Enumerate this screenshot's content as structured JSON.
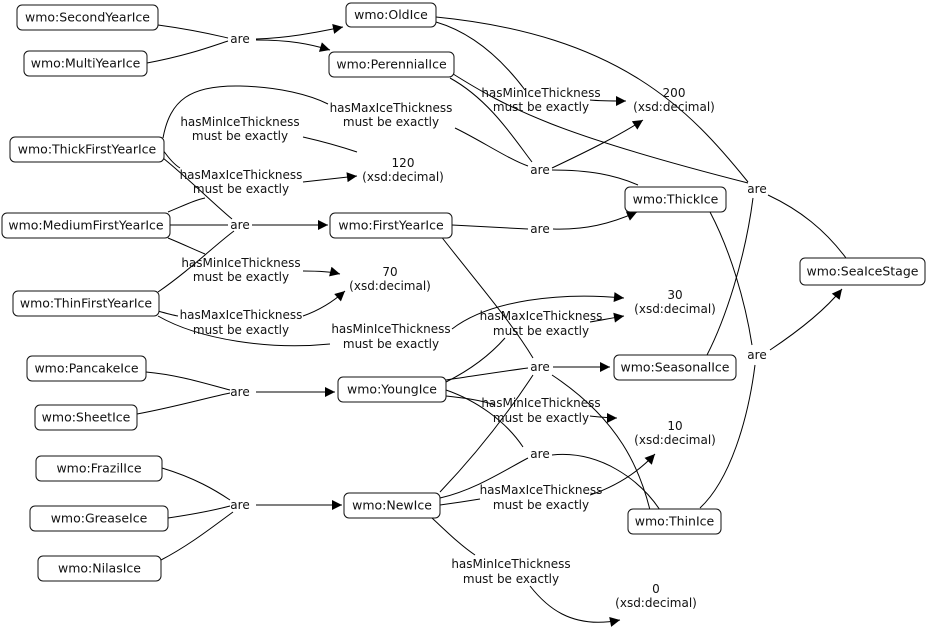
{
  "diagram": {
    "type": "concept-map",
    "nodes": {
      "secondYearIce": "wmo:SecondYearIce",
      "multiYearIce": "wmo:MultiYearIce",
      "oldIce": "wmo:OldIce",
      "perennialIce": "wmo:PerennialIce",
      "thickFirstYearIce": "wmo:ThickFirstYearIce",
      "mediumFirstYearIce": "wmo:MediumFirstYearIce",
      "thinFirstYearIce": "wmo:ThinFirstYearIce",
      "firstYearIce": "wmo:FirstYearIce",
      "thickIce": "wmo:ThickIce",
      "seaIceStage": "wmo:SeaIceStage",
      "pancakeIce": "wmo:PancakeIce",
      "sheetIce": "wmo:SheetIce",
      "youngIce": "wmo:YoungIce",
      "seasonalIce": "wmo:SeasonalIce",
      "frazilIce": "wmo:FrazilIce",
      "greaseIce": "wmo:GreaseIce",
      "nilasIce": "wmo:NilasIce",
      "newIce": "wmo:NewIce",
      "thinIce": "wmo:ThinIce"
    },
    "values": {
      "v200": {
        "value": "200",
        "type": "(xsd:decimal)"
      },
      "v120": {
        "value": "120",
        "type": "(xsd:decimal)"
      },
      "v70": {
        "value": "70",
        "type": "(xsd:decimal)"
      },
      "v30": {
        "value": "30",
        "type": "(xsd:decimal)"
      },
      "v10": {
        "value": "10",
        "type": "(xsd:decimal)"
      },
      "v0": {
        "value": "0",
        "type": "(xsd:decimal)"
      }
    },
    "linking_phrases": {
      "are": "are",
      "has_min": "hasMinIceThickness",
      "has_max": "hasMaxIceThickness",
      "must_be_exactly": "must be exactly"
    }
  }
}
